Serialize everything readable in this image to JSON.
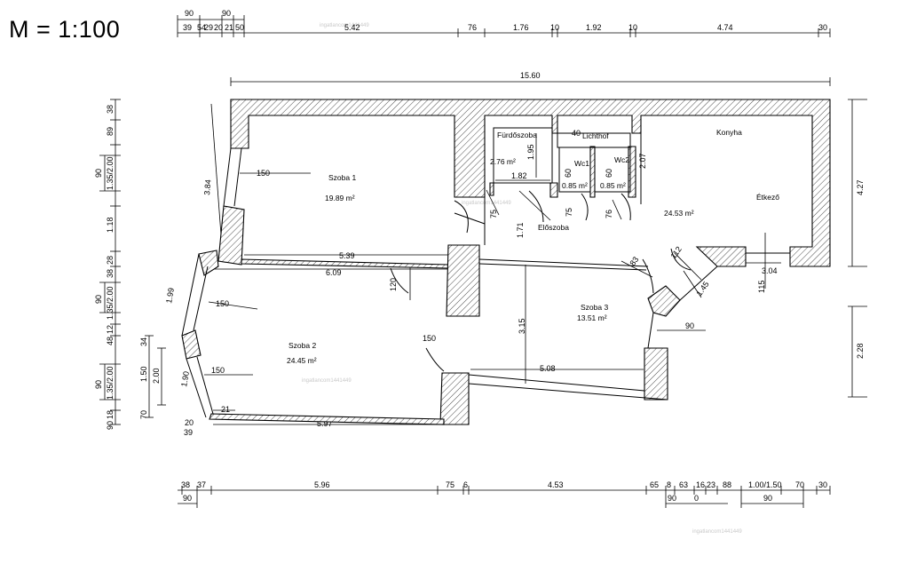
{
  "scale": "M = 1:100",
  "watermark": "ingatlancom1441449",
  "rooms": {
    "szoba1": {
      "name": "Szoba 1",
      "area": "19.89 m²"
    },
    "szoba2": {
      "name": "Szoba 2",
      "area": "24.45 m²"
    },
    "szoba3": {
      "name": "Szoba 3",
      "area": "13.51 m²"
    },
    "furdo": {
      "name": "Fürdőszoba",
      "area": "2.76 m²"
    },
    "lichthof": {
      "name": "Lichthof"
    },
    "wc1": {
      "name": "Wc1",
      "area": "0.85 m²"
    },
    "wc2": {
      "name": "Wc2",
      "area": "0.85 m²"
    },
    "konyha": {
      "name": "Konyha",
      "area": "24.53 m²"
    },
    "etkezo": {
      "name": "Étkező"
    },
    "eloszoba": {
      "name": "Előszoba"
    }
  },
  "top_dims": {
    "t90a": "90",
    "t90b": "90",
    "t39": "39",
    "t54": "54",
    "t29": "29",
    "t20": "20",
    "t21": "21",
    "t50": "50",
    "t542": "5.42",
    "t76": "76",
    "t176": "1.76",
    "t10a": "10",
    "t192": "1.92",
    "t10b": "10",
    "t474": "4.74",
    "t30": "30",
    "overall": "15.60"
  },
  "bottom_dims": {
    "b38": "38",
    "b37": "37",
    "b596": "5.96",
    "b75": "75",
    "b6": "6",
    "b453": "4.53",
    "b65": "65",
    "b8": "8",
    "b63": "63",
    "b16": "16",
    "b23": "23",
    "b88": "88",
    "b100150": "1.00/1.50",
    "b70": "70",
    "b30": "30",
    "b90a": "90",
    "b90b": "90",
    "b0": "0",
    "b90c": "90"
  },
  "left_dims": {
    "l38": "38",
    "l89": "89",
    "l90a": "90",
    "l135a": "1.35/2.00",
    "l118": "1.18",
    "l28": "28",
    "l38b": "38",
    "l90b": "90",
    "l135b": "1.35/2.00",
    "l12": "12",
    "l48": "48",
    "l90c": "90",
    "l135c": "1.35/2.00",
    "l150": "1.50",
    "l200": "2.00",
    "l34": "34",
    "l18": "18",
    "l70": "70",
    "l90d": "90"
  },
  "right_dims": {
    "r427": "4.27",
    "r228": "2.28"
  },
  "inner_dims": {
    "d150a": "150",
    "d384": "3.84",
    "d539": "5.39",
    "d609": "6.09",
    "d120": "120",
    "d199": "1.99",
    "d150b": "150",
    "d150c": "150",
    "d150d": "150",
    "d190": "1.90",
    "d21": "21",
    "d597": "5.97",
    "d39": "39",
    "d20": "20",
    "d40": "40",
    "d195": "1.95",
    "d182": "1.82",
    "d60a": "60",
    "d60b": "60",
    "d75a": "75",
    "d75b": "75",
    "d76": "76",
    "d171": "1.71",
    "d207": "2.07",
    "d315": "3.15",
    "d508": "5.08",
    "d83": "83",
    "d112": "112",
    "d145": "1.45",
    "d90": "90",
    "d115": "115",
    "d304": "3.04"
  }
}
